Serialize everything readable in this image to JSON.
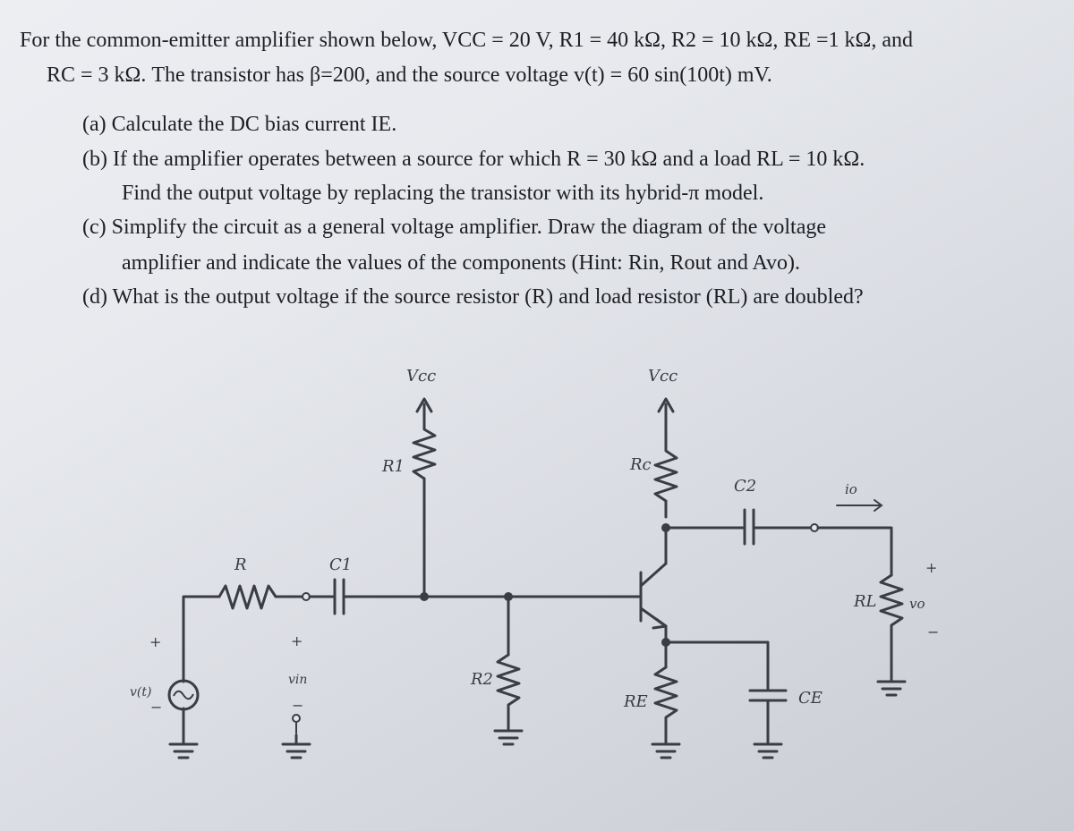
{
  "problem": {
    "intro_line1": "For the common-emitter amplifier shown below, VCC = 20 V, R1 = 40 kΩ, R2 = 10 kΩ, RE =1 kΩ, and",
    "intro_line2": "RC = 3 kΩ. The transistor has β=200, and the source voltage v(t) = 60 sin(100t) mV.",
    "part_a": "(a) Calculate the DC bias current IE.",
    "part_b_line1": "(b) If the amplifier operates between a source for which R = 30 kΩ and a load RL = 10 kΩ.",
    "part_b_line2": "Find the output voltage by replacing the transistor with its hybrid-π model.",
    "part_c_line1": "(c) Simplify the circuit as a general voltage amplifier. Draw the diagram of the voltage",
    "part_c_line2": "amplifier and indicate the values of the components (Hint: Rin, Rout and Avo).",
    "part_d": "(d) What is the output voltage if the source resistor (R) and load resistor (RL) are doubled?"
  },
  "circuit": {
    "vcc_left": "Vcc",
    "vcc_right": "Vcc",
    "r1": "R1",
    "r2": "R2",
    "rc": "Rc",
    "re": "RE",
    "r": "R",
    "c1": "C1",
    "c2": "C2",
    "ce": "CE",
    "rl": "RL",
    "source": "v(t)",
    "vin": "vin",
    "io": "io",
    "vo": "vo",
    "plus": "+",
    "minus": "−"
  }
}
